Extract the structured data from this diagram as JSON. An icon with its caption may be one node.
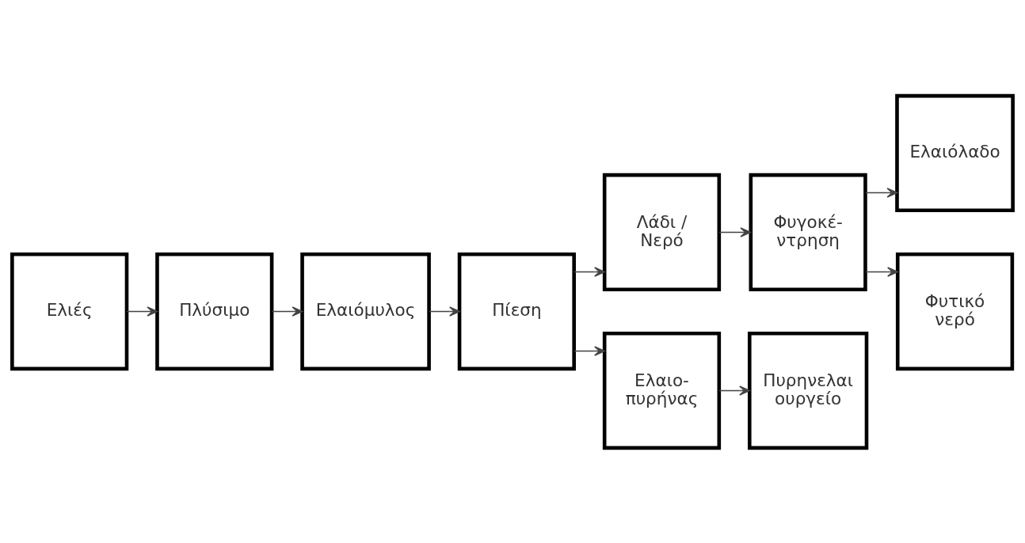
{
  "diagram": {
    "nodes": [
      {
        "text": [
          "Ελιές"
        ]
      },
      {
        "text": [
          "Πλύσιμο"
        ]
      },
      {
        "text": [
          "Ελαιόμυλος"
        ]
      },
      {
        "text": [
          "Πίεση"
        ]
      },
      {
        "text": [
          "Λάδι / Νερό"
        ]
      },
      {
        "text": [
          "Φυγοκέ- ντρηση"
        ]
      },
      {
        "text": [
          "Ελαιόλαδο"
        ]
      },
      {
        "text": [
          "Φυτικό νερό"
        ]
      },
      {
        "text": [
          "Ελαιο- πυρήνας"
        ]
      },
      {
        "text": [
          "Πυρηνελαι ουργείο"
        ]
      }
    ],
    "edges": [
      {
        "from": 0,
        "to": 1,
        "arrow": "to"
      },
      {
        "from": 1,
        "to": 2,
        "arrow": "to"
      },
      {
        "from": 2,
        "to": 3,
        "arrow": "to"
      },
      {
        "from": 3,
        "to": 4,
        "arrow": "to"
      },
      {
        "from": 3,
        "to": 8,
        "arrow": "to"
      },
      {
        "from": 4,
        "to": 5,
        "arrow": "to"
      },
      {
        "from": 5,
        "to": 6,
        "arrow": "to"
      },
      {
        "from": 5,
        "to": 7,
        "arrow": "to"
      },
      {
        "from": 8,
        "to": 9,
        "arrow": "to"
      }
    ]
  }
}
